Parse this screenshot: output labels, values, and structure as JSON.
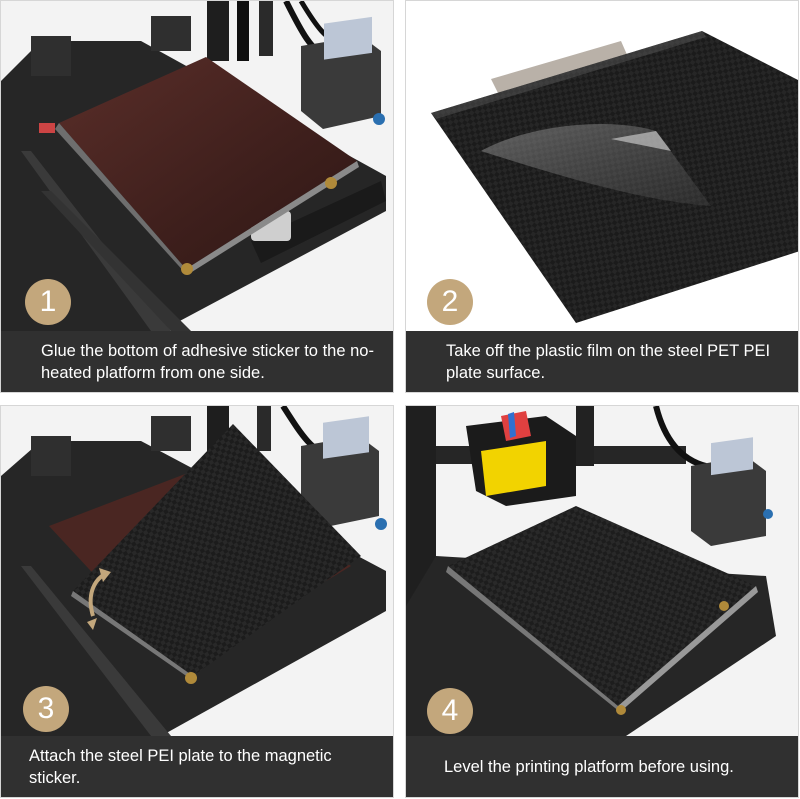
{
  "steps": [
    {
      "number": "1",
      "text": "Glue the bottom of adhesive sticker to the no-heated platform from one side."
    },
    {
      "number": "2",
      "text": "Take off the plastic film on the steel PET PEI plate surface."
    },
    {
      "number": "3",
      "text": "Attach the steel PEI plate to the magnetic sticker."
    },
    {
      "number": "4",
      "text": "Level the printing platform before using."
    }
  ],
  "colors": {
    "badge": "#c3a77c",
    "caption_bar": "#303030",
    "caption_text": "#ffffff",
    "frame": "#1c1c1c",
    "pei_brown": "#4a2622",
    "carbon_plate": "#1f1f1f"
  }
}
